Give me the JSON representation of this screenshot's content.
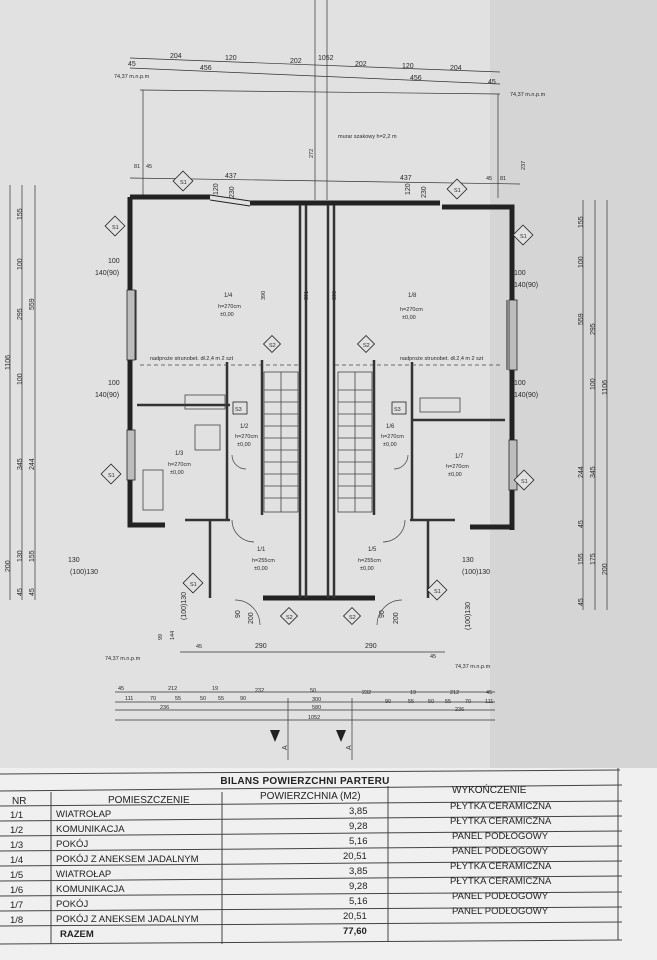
{
  "drawing": {
    "top_dims": {
      "row1": [
        "204",
        "120",
        "202",
        "1052",
        "202",
        "120",
        "204"
      ],
      "row2": [
        "45",
        "456",
        "456",
        "45"
      ],
      "left_half": "437",
      "right_half": "437",
      "height_120": "120",
      "height_230": "230",
      "height_272": "272",
      "height_237": "237",
      "level": "74,37 m.n.p.m",
      "chimney": "murar szakowy h=2,2 m",
      "side_small": [
        "81",
        "45",
        "45",
        "81"
      ]
    },
    "left_dims": [
      "155",
      "100",
      "295",
      "100",
      "345",
      "244",
      "1106",
      "559",
      "130",
      "155",
      "200",
      "45",
      "45"
    ],
    "right_dims": [
      "155",
      "100",
      "559",
      "295",
      "100",
      "1106",
      "244",
      "345",
      "45",
      "155",
      "175",
      "200",
      "45"
    ],
    "window_labels": [
      "100",
      "140(90)",
      "100",
      "140(90)",
      "100",
      "140(90)",
      "100",
      "140(90)"
    ],
    "door_labels": [
      "130",
      "(100)130",
      "130",
      "(100)130",
      "(100)130",
      "(100)130",
      "90",
      "200",
      "90",
      "200"
    ],
    "rooms": [
      {
        "id": "1/4",
        "h": "h=270cm",
        "lvl": "±0,00"
      },
      {
        "id": "1/8",
        "h": "h=270cm",
        "lvl": "±0,00"
      },
      {
        "id": "1/2",
        "h": "h=270cm",
        "lvl": "±0,00"
      },
      {
        "id": "1/6",
        "h": "h=270cm",
        "lvl": "±0,00"
      },
      {
        "id": "1/3",
        "h": "h=270cm",
        "lvl": "±0,00"
      },
      {
        "id": "1/7",
        "h": "h=270cm",
        "lvl": "±0,00"
      },
      {
        "id": "1/1",
        "h": "h=255cm",
        "lvl": "±0,00"
      },
      {
        "id": "1/5",
        "h": "h=255cm",
        "lvl": "±0,00"
      }
    ],
    "lintel_note": "nadproże strunobet. dł.2,4 m 2 szt",
    "stair_dims": [
      "391",
      "390",
      "390"
    ],
    "section_markers": [
      "S1",
      "S1",
      "S1",
      "S1",
      "S1",
      "S1",
      "S1",
      "S1",
      "S2",
      "S2",
      "S2",
      "S2",
      "S3",
      "S3"
    ],
    "bottom_dims": {
      "row1": [
        "290",
        "290"
      ],
      "row2": [
        "45",
        "212",
        "19",
        "232",
        "50",
        "232",
        "19",
        "212",
        "45"
      ],
      "row3": [
        "111",
        "70",
        "55",
        "50",
        "55",
        "90",
        "300",
        "90",
        "55",
        "50",
        "55",
        "70",
        "111"
      ],
      "row4": [
        "236",
        "580",
        "236"
      ],
      "total": "1052",
      "side": [
        "144",
        "99",
        "45",
        "200"
      ],
      "level": "74,37 m.n.p.m"
    },
    "section_labels": [
      "A",
      "A"
    ]
  },
  "table": {
    "title": "BILANS POWIERZCHNI PARTERU",
    "headers": {
      "nr": "NR",
      "room": "POMIESZCZENIE",
      "area": "POWIERZCHNIA (M2)",
      "finish": "WYKOŃCZENIE"
    },
    "rows": [
      {
        "nr": "1/1",
        "room": "WIATROŁAP",
        "area": "3,85",
        "finish": "PŁYTKA CERAMICZNA"
      },
      {
        "nr": "1/2",
        "room": "KOMUNIKACJA",
        "area": "9,28",
        "finish": "PŁYTKA CERAMICZNA"
      },
      {
        "nr": "1/3",
        "room": "POKÓJ",
        "area": "5,16",
        "finish": "PANEL PODŁOGOWY"
      },
      {
        "nr": "1/4",
        "room": "POKÓJ Z ANEKSEM JADALNYM",
        "area": "20,51",
        "finish": "PANEL PODŁOGOWY"
      },
      {
        "nr": "1/5",
        "room": "WIATROŁAP",
        "area": "3,85",
        "finish": "PŁYTKA CERAMICZNA"
      },
      {
        "nr": "1/6",
        "room": "KOMUNIKACJA",
        "area": "9,28",
        "finish": "PŁYTKA CERAMICZNA"
      },
      {
        "nr": "1/7",
        "room": "POKÓJ",
        "area": "5,16",
        "finish": "PANEL PODŁOGOWY"
      },
      {
        "nr": "1/8",
        "room": "POKÓJ Z ANEKSEM JADALNYM",
        "area": "20,51",
        "finish": "PANEL PODŁOGOWY"
      }
    ],
    "total": {
      "label": "RAZEM",
      "value": "77,60"
    }
  }
}
